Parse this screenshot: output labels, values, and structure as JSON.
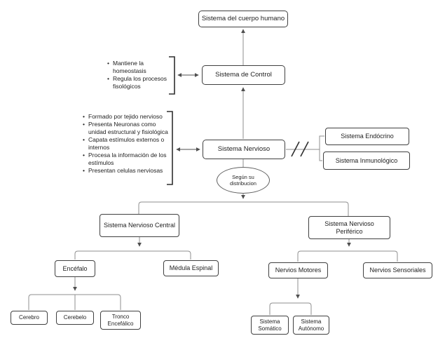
{
  "diagram_title": "Sistema del cuerpo humano",
  "colors": {
    "background": "#ffffff",
    "box_border": "#404040",
    "connector_line": "#8f8f8f",
    "arrowhead": "#4f4f4f",
    "bracket": "#2f2f2f",
    "text": "#1e1e1e"
  },
  "nodes": {
    "cuerpo_humano": {
      "label": "Sistema del cuerpo humano"
    },
    "control": {
      "label": "Sistema de Control"
    },
    "nervioso": {
      "label": "Sistema Nervioso"
    },
    "endocrino": {
      "label": "Sistema Endócrino"
    },
    "inmunologico": {
      "label": "Sistema Inmunológico"
    },
    "segun": {
      "label": "Según su\ndistribucion"
    },
    "snc": {
      "label": "Sistema Nervioso Central"
    },
    "snp": {
      "label": "Sistema Nervioso Periférico"
    },
    "encefalo": {
      "label": "Encéfalo"
    },
    "medula": {
      "label": "Médula Espinal"
    },
    "motores": {
      "label": "Nervios Motores"
    },
    "sensoriales": {
      "label": "Nervios Sensoriales"
    },
    "cerebro": {
      "label": "Cerebro"
    },
    "cerebelo": {
      "label": "Cerebelo"
    },
    "tronco": {
      "label": "Tronco Encefálico"
    },
    "somatico": {
      "label": "Sistema Somático"
    },
    "autonomo": {
      "label": "Sistema Autónomo"
    }
  },
  "notes": {
    "control": {
      "items": [
        "Mantiene la homeostasis",
        "Regula los procesos fisológicos"
      ]
    },
    "nervioso": {
      "items": [
        "Formado por tejido nervioso",
        "Presenta Neuronas como unidad estructural y fisiológica",
        "Capata estímulos externos o internos",
        "Procesa la información de los estímulos",
        "Presentan celulas nerviosas"
      ]
    }
  },
  "edges": [
    {
      "from": "control",
      "to": "cuerpo_humano",
      "style": "arrow-up"
    },
    {
      "from": "nervioso",
      "to": "control",
      "style": "arrow-up"
    },
    {
      "from": "note_control",
      "to": "control",
      "style": "double-arrow"
    },
    {
      "from": "note_nervioso",
      "to": "nervioso",
      "style": "double-arrow"
    },
    {
      "from": "nervioso",
      "to": "endocrino",
      "style": "broken-line"
    },
    {
      "from": "nervioso",
      "to": "inmunologico",
      "style": "broken-line"
    },
    {
      "from": "nervioso",
      "via": "segun",
      "to": "snc",
      "style": "arrow-down"
    },
    {
      "from": "nervioso",
      "via": "segun",
      "to": "snp",
      "style": "arrow-down"
    },
    {
      "from": "snc",
      "to": "encefalo",
      "style": "arrow-down"
    },
    {
      "from": "snc",
      "to": "medula",
      "style": "arrow-down"
    },
    {
      "from": "encefalo",
      "to": "cerebro",
      "style": "arrow-down"
    },
    {
      "from": "encefalo",
      "to": "cerebelo",
      "style": "arrow-down"
    },
    {
      "from": "encefalo",
      "to": "tronco",
      "style": "arrow-down"
    },
    {
      "from": "snp",
      "to": "motores",
      "style": "arrow-down"
    },
    {
      "from": "snp",
      "to": "sensoriales",
      "style": "arrow-down"
    },
    {
      "from": "motores",
      "to": "somatico",
      "style": "arrow-down"
    },
    {
      "from": "motores",
      "to": "autonomo",
      "style": "arrow-down"
    }
  ]
}
